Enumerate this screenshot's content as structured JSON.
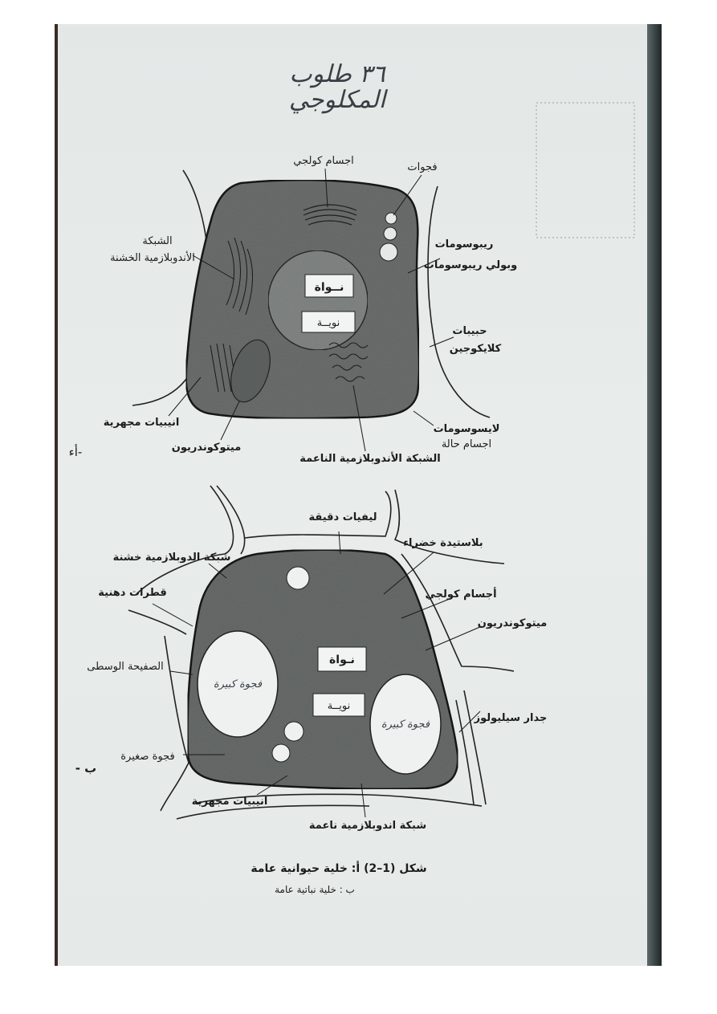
{
  "handwritten_note": {
    "line1": "٣٦ طلوب",
    "line2": "المكلوجي"
  },
  "figure_a": {
    "marker": "-أء",
    "labels": {
      "golgi": "اجسام كولجي",
      "vacuoles": "فجوات",
      "ribosomes_1": "ريبوسومات",
      "ribosomes_2": "وبولي ريبوسومات",
      "glycogen_1": "حبيبات",
      "glycogen_2": "كلايكوجين",
      "lysosomes_1": "لايسوسومات",
      "lysosomes_2": "اجسام حالة",
      "smooth_er": "الشبكة الأندوبلازمية الناعمة",
      "mitochondria": "ميتوكوندريون",
      "microtubules": "انيبيات مجهرية",
      "rough_er_1": "الشبكة",
      "rough_er_2": "الأندوبلازمية الخشنة",
      "nucleus": "نــواة",
      "nucleolus": "نويــة"
    }
  },
  "figure_b": {
    "marker": "ب -",
    "labels": {
      "plasmodesmata": "ليفيات دقيقة",
      "chloroplast": "بلاستيدة خضراء",
      "rough_er": "شبكة الدوبلازمية خشنة",
      "oil_drops": "قطرات دهنية",
      "golgi": "أجسام كولجي",
      "mitochondria": "ميتوكوندريون",
      "middle_lamella": "الصفيحة الوسطى",
      "cell_wall": "جدار سيليولوز",
      "nucleus": "نـواة",
      "nucleolus": "نويــة",
      "large_vacuole_left": "فجوة كبيرة",
      "large_vacuole_right": "فجوة كبيرة",
      "small_vacuole": "فجوة صغيرة",
      "microtubules": "انيبيات مجهرية",
      "smooth_er": "شبكة اندوبلازمية ناعمة"
    }
  },
  "caption": {
    "line1": "شكل (1–2) أ: خلية حيوانية عامة",
    "line2": "ب : خلية نباتية عامة"
  },
  "colors": {
    "paper": "#e6eae8",
    "ink": "#1c1c1c",
    "cytoplasm": "#6f7371"
  }
}
